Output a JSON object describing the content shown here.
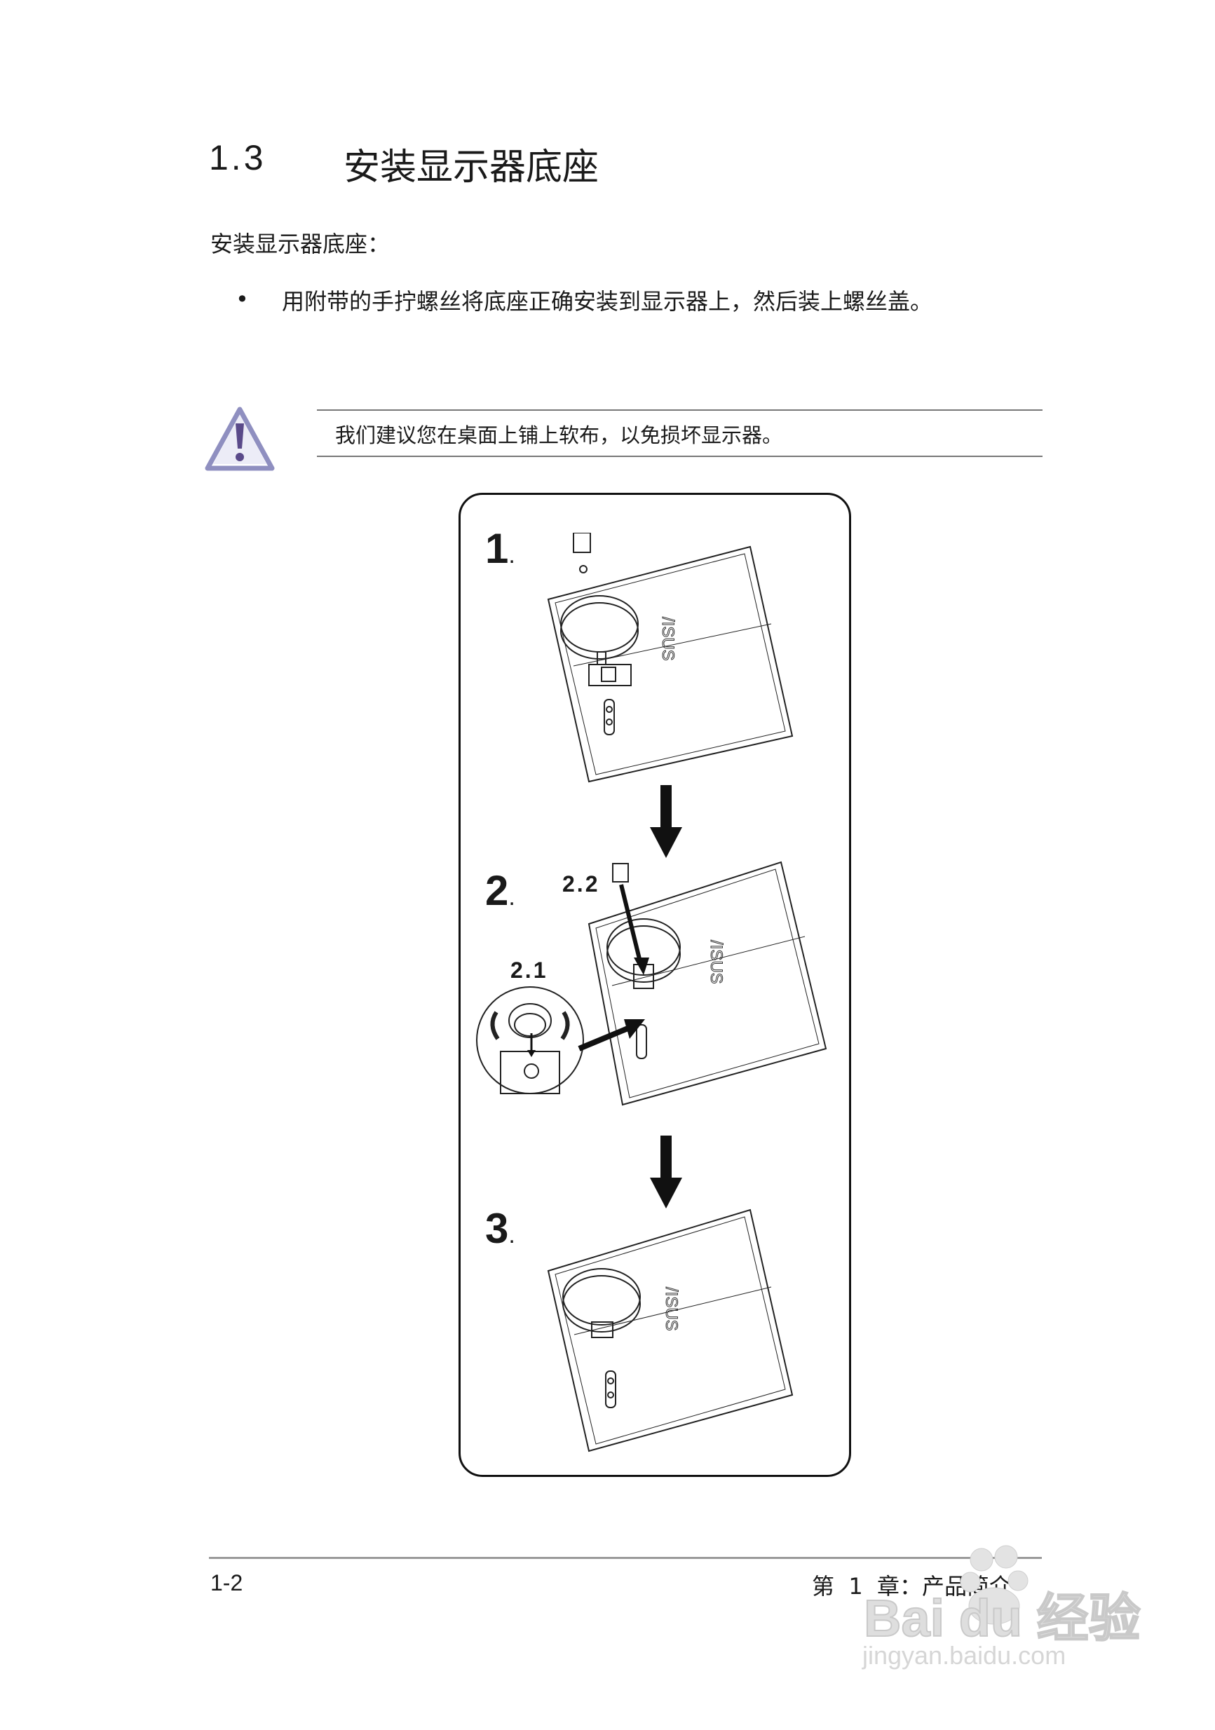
{
  "section": {
    "number": "1.3",
    "title": "安装显示器底座"
  },
  "intro": "安装显示器底座：",
  "bullets": [
    {
      "marker": "•",
      "text": "用附带的手拧螺丝将底座正确安装到显示器上，然后装上螺丝盖。"
    }
  ],
  "note": {
    "icon": "warning-icon",
    "text": "我们建议您在桌面上铺上软布，以免损坏显示器。"
  },
  "diagram": {
    "steps": [
      {
        "number": "1",
        "dot": "."
      },
      {
        "number": "2",
        "dot": ".",
        "sublabels": [
          "2.2",
          "2.1"
        ]
      },
      {
        "number": "3",
        "dot": "."
      }
    ],
    "brand_text": "/ISUS"
  },
  "footer": {
    "page": "1-2",
    "chapter": "第  1  章：产品简介"
  },
  "watermark": {
    "logo": "Bai du 经验",
    "url": "jingyan.baidu.com"
  }
}
